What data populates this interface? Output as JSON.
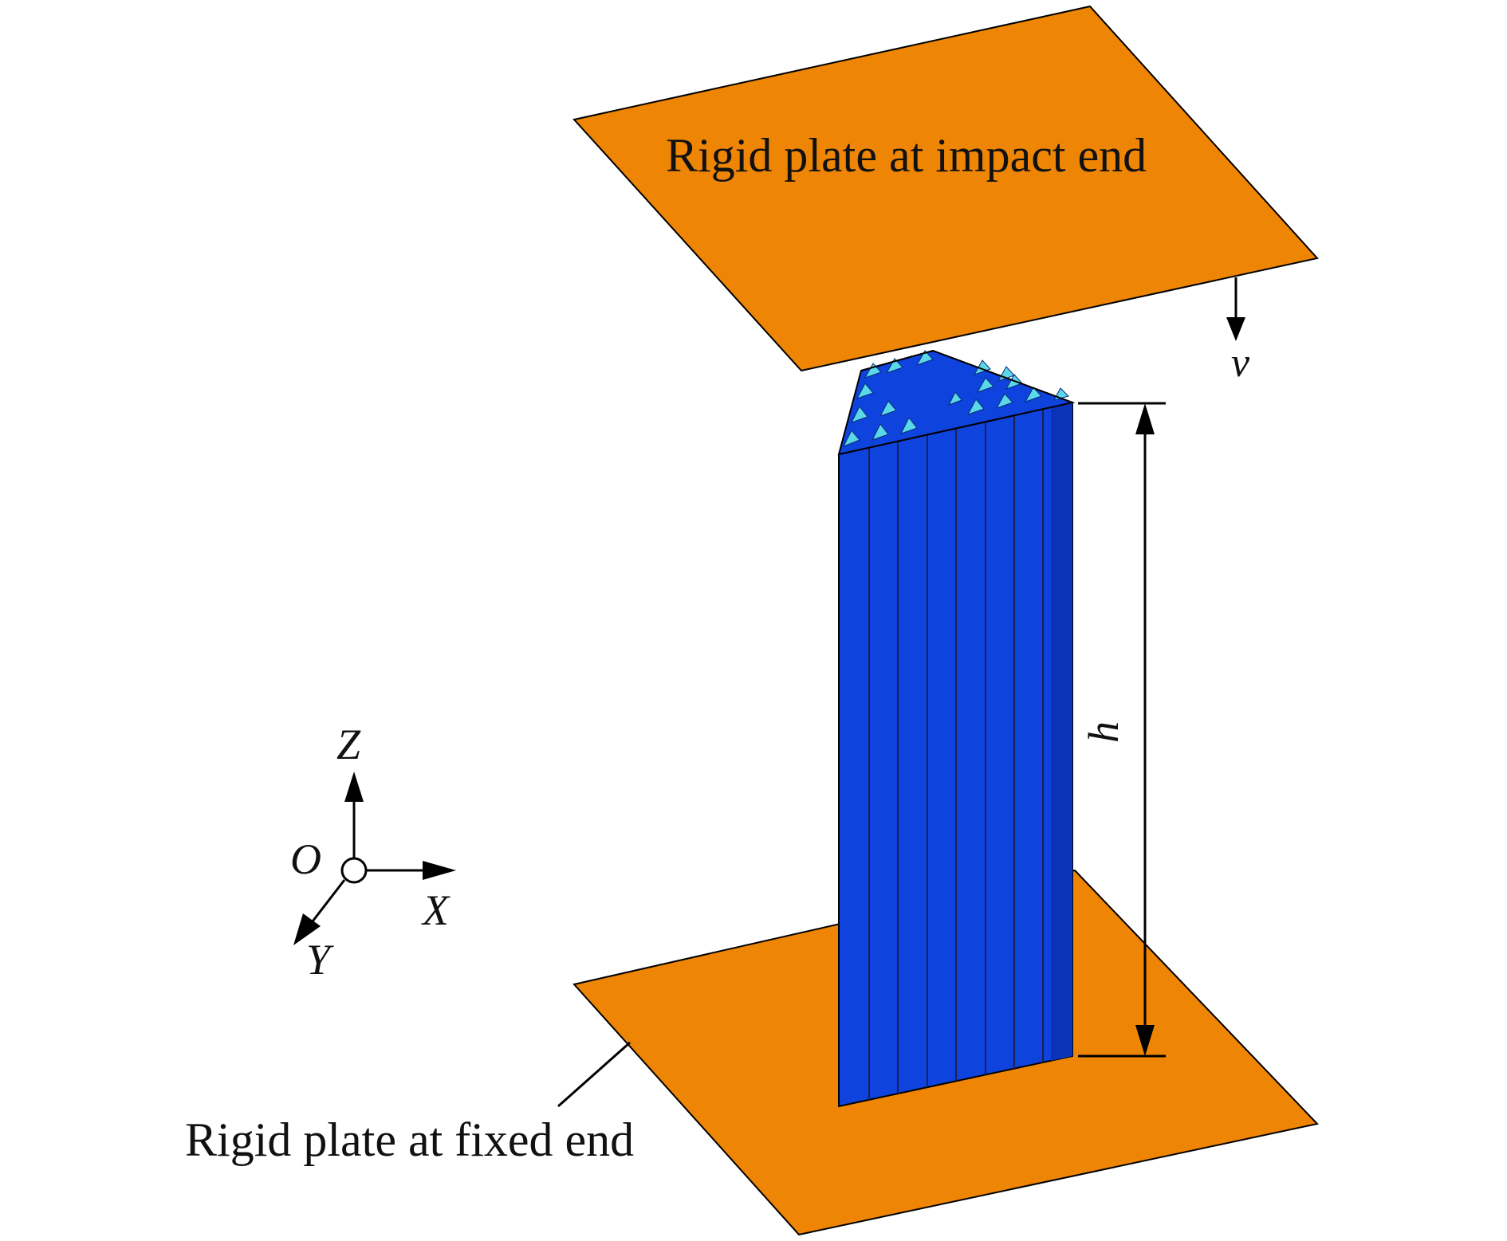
{
  "labels": {
    "top_plate": "Rigid plate at impact end",
    "bottom_plate": "Rigid plate at fixed end",
    "velocity": "v",
    "height": "h"
  },
  "axes": {
    "origin": "O",
    "x": "X",
    "y": "Y",
    "z": "Z"
  },
  "colors": {
    "plate": "#ee8505",
    "tube_face": "#0f43dd",
    "tube_face_dark": "#0a33b8",
    "cell_light": "#5ad8e8",
    "outline": "#000000"
  }
}
